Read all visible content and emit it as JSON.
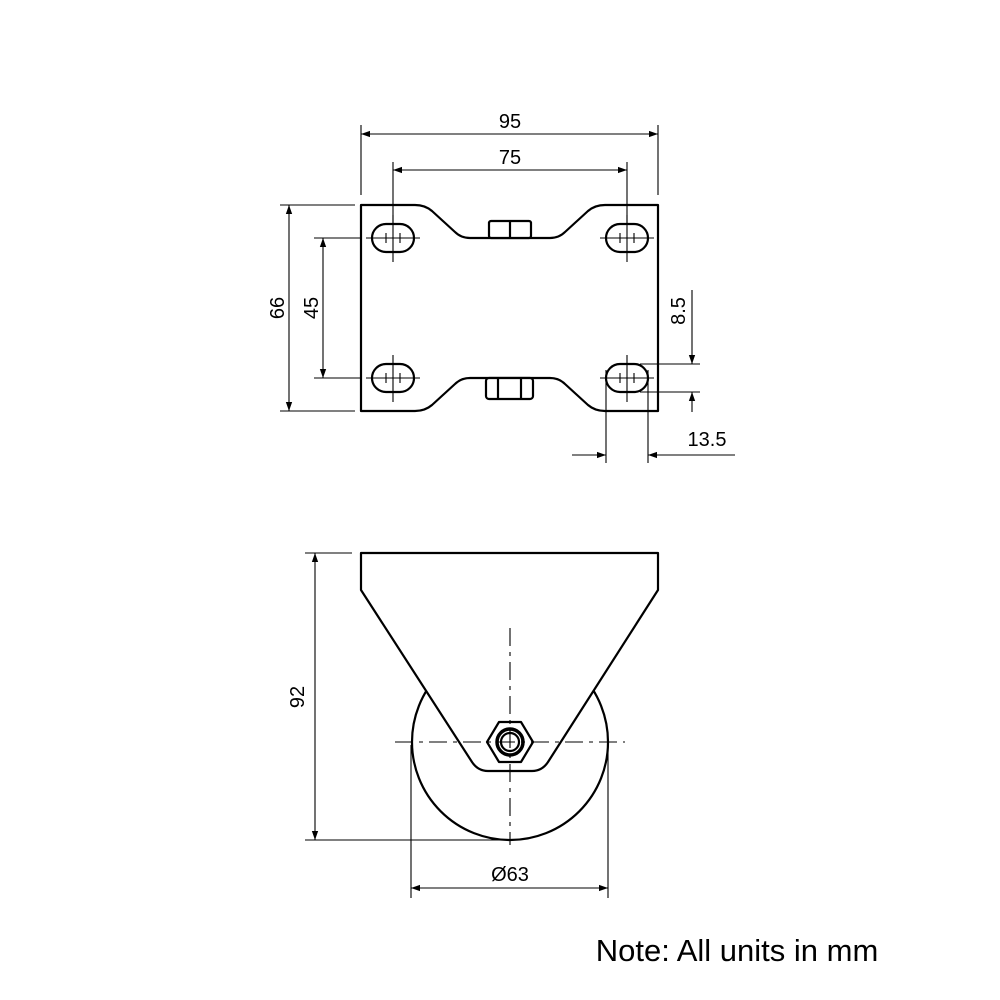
{
  "top_view": {
    "dim_overall_width": "95",
    "dim_hole_spacing_width": "75",
    "dim_overall_length": "66",
    "dim_hole_spacing_length": "45",
    "dim_slot_width": "8.5",
    "dim_slot_length": "13.5"
  },
  "side_view": {
    "dim_height": "92",
    "dim_wheel_diameter": "Ø63"
  },
  "note": "Note: All units in mm"
}
